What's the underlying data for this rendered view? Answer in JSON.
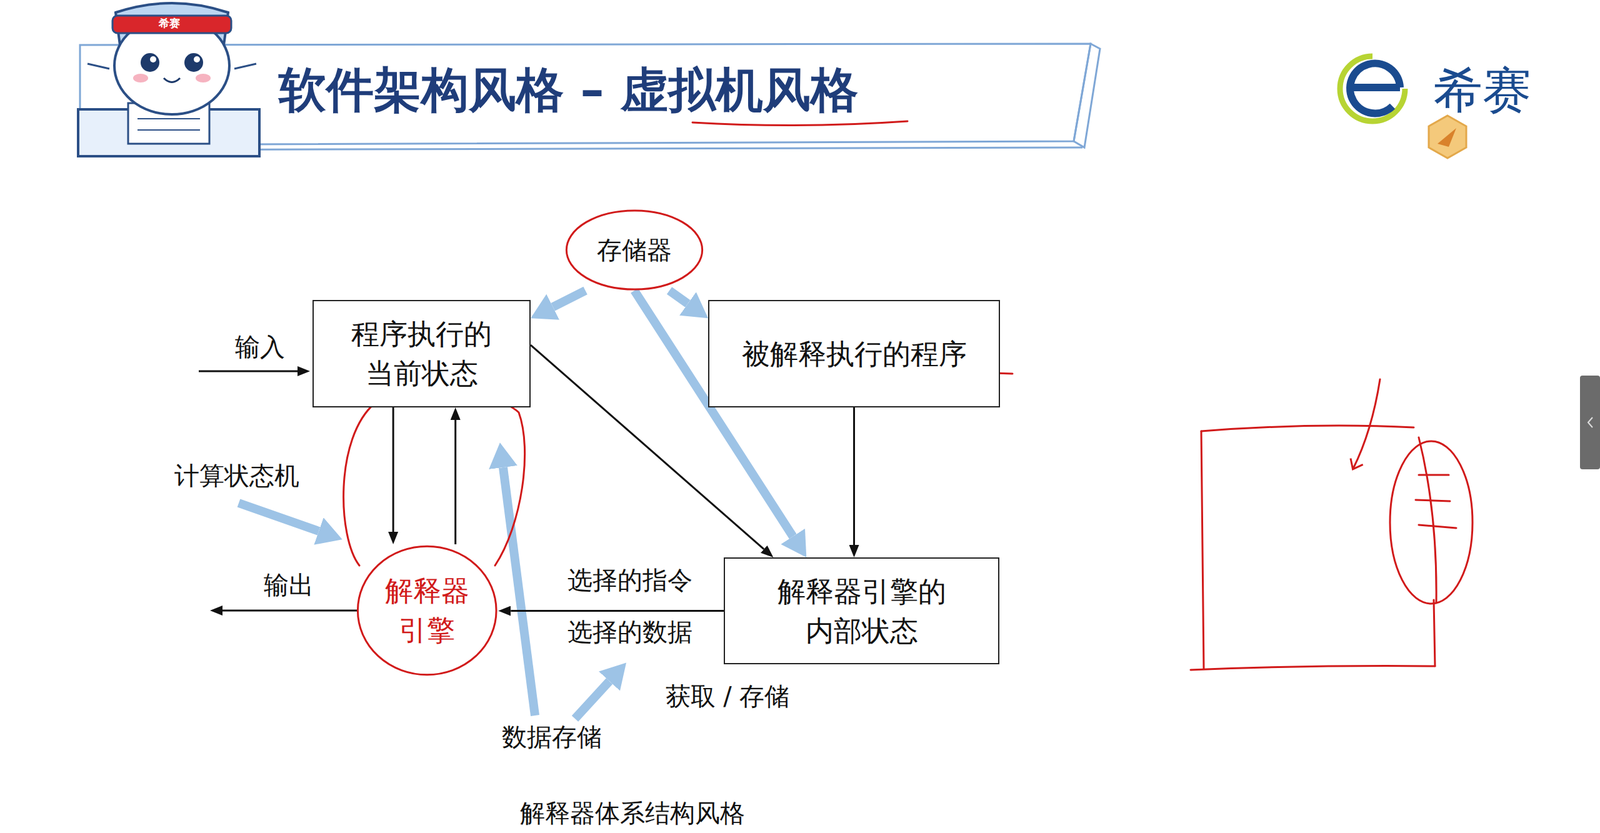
{
  "diagram": {
    "title": "软件架构风格 – 虚拟机风格",
    "caption": "解释器体系结构风格",
    "nodes": [
      {
        "text": [
          "存储器"
        ]
      },
      {
        "text": [
          "程序执行的当前状态"
        ]
      },
      {
        "text": [
          "被解释执行的程序"
        ]
      },
      {
        "text": [
          "解释器引擎"
        ]
      },
      {
        "text": [
          "解释器引擎的内部状态"
        ]
      }
    ],
    "edges": [
      {
        "from": 0,
        "to": 1,
        "arrow": "to"
      },
      {
        "from": 0,
        "to": 2,
        "arrow": "to"
      },
      {
        "from": 0,
        "to": 4,
        "arrow": "to"
      },
      {
        "from": 1,
        "to": 3,
        "arrow": "to"
      },
      {
        "from": 3,
        "to": 1,
        "arrow": "to"
      },
      {
        "from": 1,
        "to": 4,
        "arrow": "to"
      },
      {
        "from": 2,
        "to": 4,
        "arrow": "to"
      },
      {
        "from": 4,
        "to": 3,
        "arrow": "to"
      }
    ],
    "labels": [
      "希赛",
      "希赛",
      "输入",
      "输出",
      "计算状态机",
      "选择的指令",
      "选择的数据",
      "获取 / 存储",
      "数据存储"
    ]
  }
}
